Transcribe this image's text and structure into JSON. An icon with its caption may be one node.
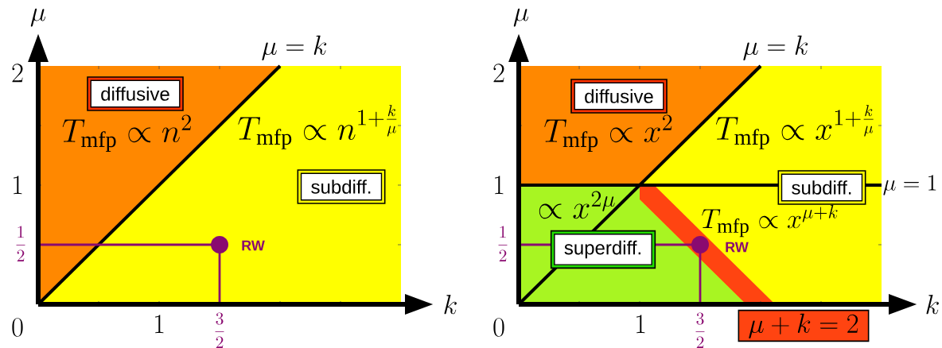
{
  "diagram": {
    "nodes": [
      {
        "text": [
          "diffusive"
        ]
      },
      {
        "text": [
          "subdiff."
        ]
      },
      {
        "text": [
          "diffusive"
        ]
      },
      {
        "text": [
          "subdiff."
        ]
      },
      {
        "text": [
          "superdiff."
        ]
      },
      {
        "text": [
          "\\mu+k=2"
        ]
      }
    ],
    "edges": [],
    "labels": [
      "\\mu",
      "\\mu=k",
      "2",
      "T_{\\mathrm{mfp}}\\propto n^{2}",
      "T_{\\mathrm{mfp}}\\propto n^{1+\\frac{k}{\\mu}}",
      "1",
      "\\frac{1}{2}",
      "RW",
      "k",
      "0",
      "1",
      "\\frac{3}{2}",
      "\\mu",
      "\\mu=k",
      "2",
      "T_{\\mathrm{mfp}}\\propto x^{2}",
      "T_{\\mathrm{mfp}}\\propto x^{1+\\frac{k}{\\mu}}",
      "1",
      "\\mu=1",
      "\\propto x^{2\\mu}",
      "T_{\\mathrm{mfp}}\\propto x^{\\mu+k}",
      "\\frac{1}{2}",
      "RW",
      "k",
      "0",
      "1",
      "\\frac{3}{2}"
    ]
  }
}
